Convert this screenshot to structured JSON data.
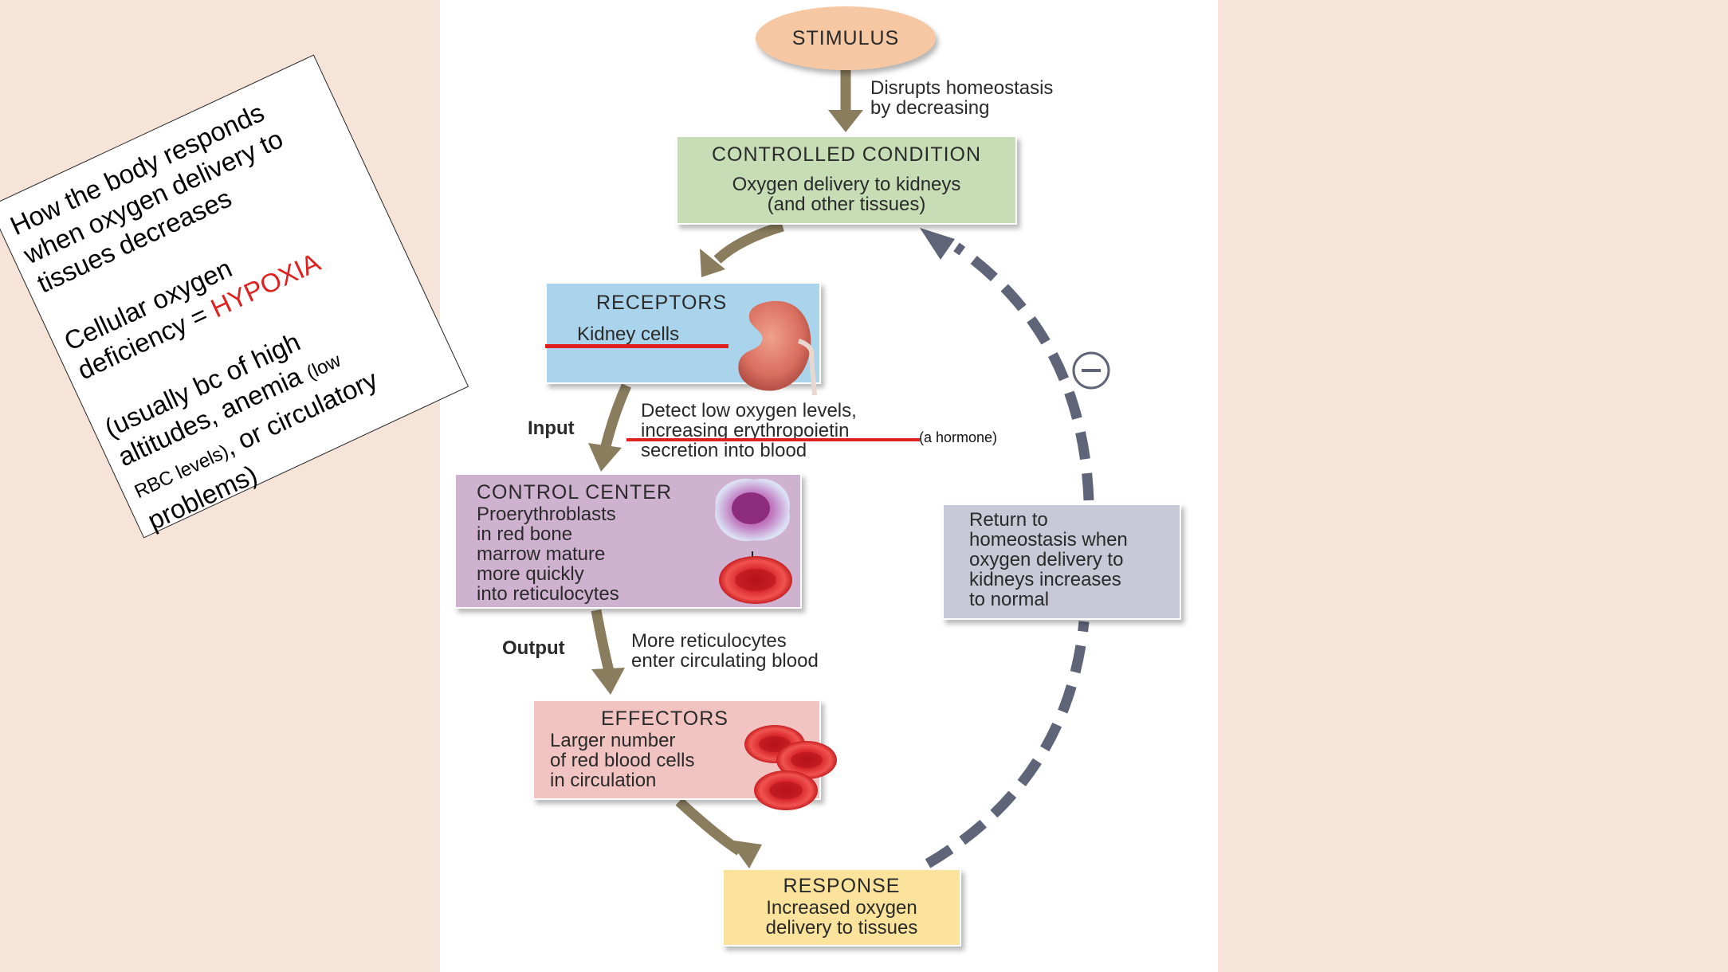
{
  "note": {
    "title_lines": [
      "How the body responds",
      "when oxygen delivery to",
      "tissues decreases"
    ],
    "line4": "Cellular oxygen",
    "line5_prefix": "deficiency = ",
    "hypoxia": "HYPOXIA",
    "line6": "(usually bc of high",
    "line7_prefix": "altitudes, anemia ",
    "low_open": "(low",
    "rbc_levels": "RBC levels)",
    "line8_suffix": ", or circulatory",
    "line9": "problems)"
  },
  "diagram": {
    "stimulus": "STIMULUS",
    "disrupts": [
      "Disrupts homeostasis",
      "by decreasing"
    ],
    "controlled_condition": {
      "title": "CONTROLLED CONDITION",
      "lines": [
        "Oxygen delivery to kidneys",
        "(and other tissues)"
      ]
    },
    "receptors": {
      "title": "RECEPTORS",
      "text": "Kidney cells"
    },
    "input_label": "Input",
    "detect": [
      "Detect low oxygen levels,",
      "increasing erythropoietin",
      "secretion into blood"
    ],
    "hormone_note": "(a hormone)",
    "control_center": {
      "title": "CONTROL CENTER",
      "lines": [
        "Proerythroblasts",
        "in red bone",
        "marrow mature",
        "more quickly",
        "into reticulocytes"
      ]
    },
    "output_label": "Output",
    "more_retic": [
      "More reticulocytes",
      "enter circulating blood"
    ],
    "effectors": {
      "title": "EFFECTORS",
      "lines": [
        "Larger number",
        "of red blood cells",
        "in circulation"
      ]
    },
    "response": {
      "title": "RESPONSE",
      "lines": [
        "Increased oxygen",
        "delivery to tissues"
      ]
    },
    "return": {
      "lines": [
        "Return to",
        "homeostasis when",
        "oxygen delivery to",
        "kidneys increases",
        "to normal"
      ]
    }
  },
  "colors": {
    "background": "#f6e4d8",
    "arrow": "#8a7d5e",
    "dashed_loop": "#5f6478",
    "annotation_red": "#e01f1f"
  }
}
